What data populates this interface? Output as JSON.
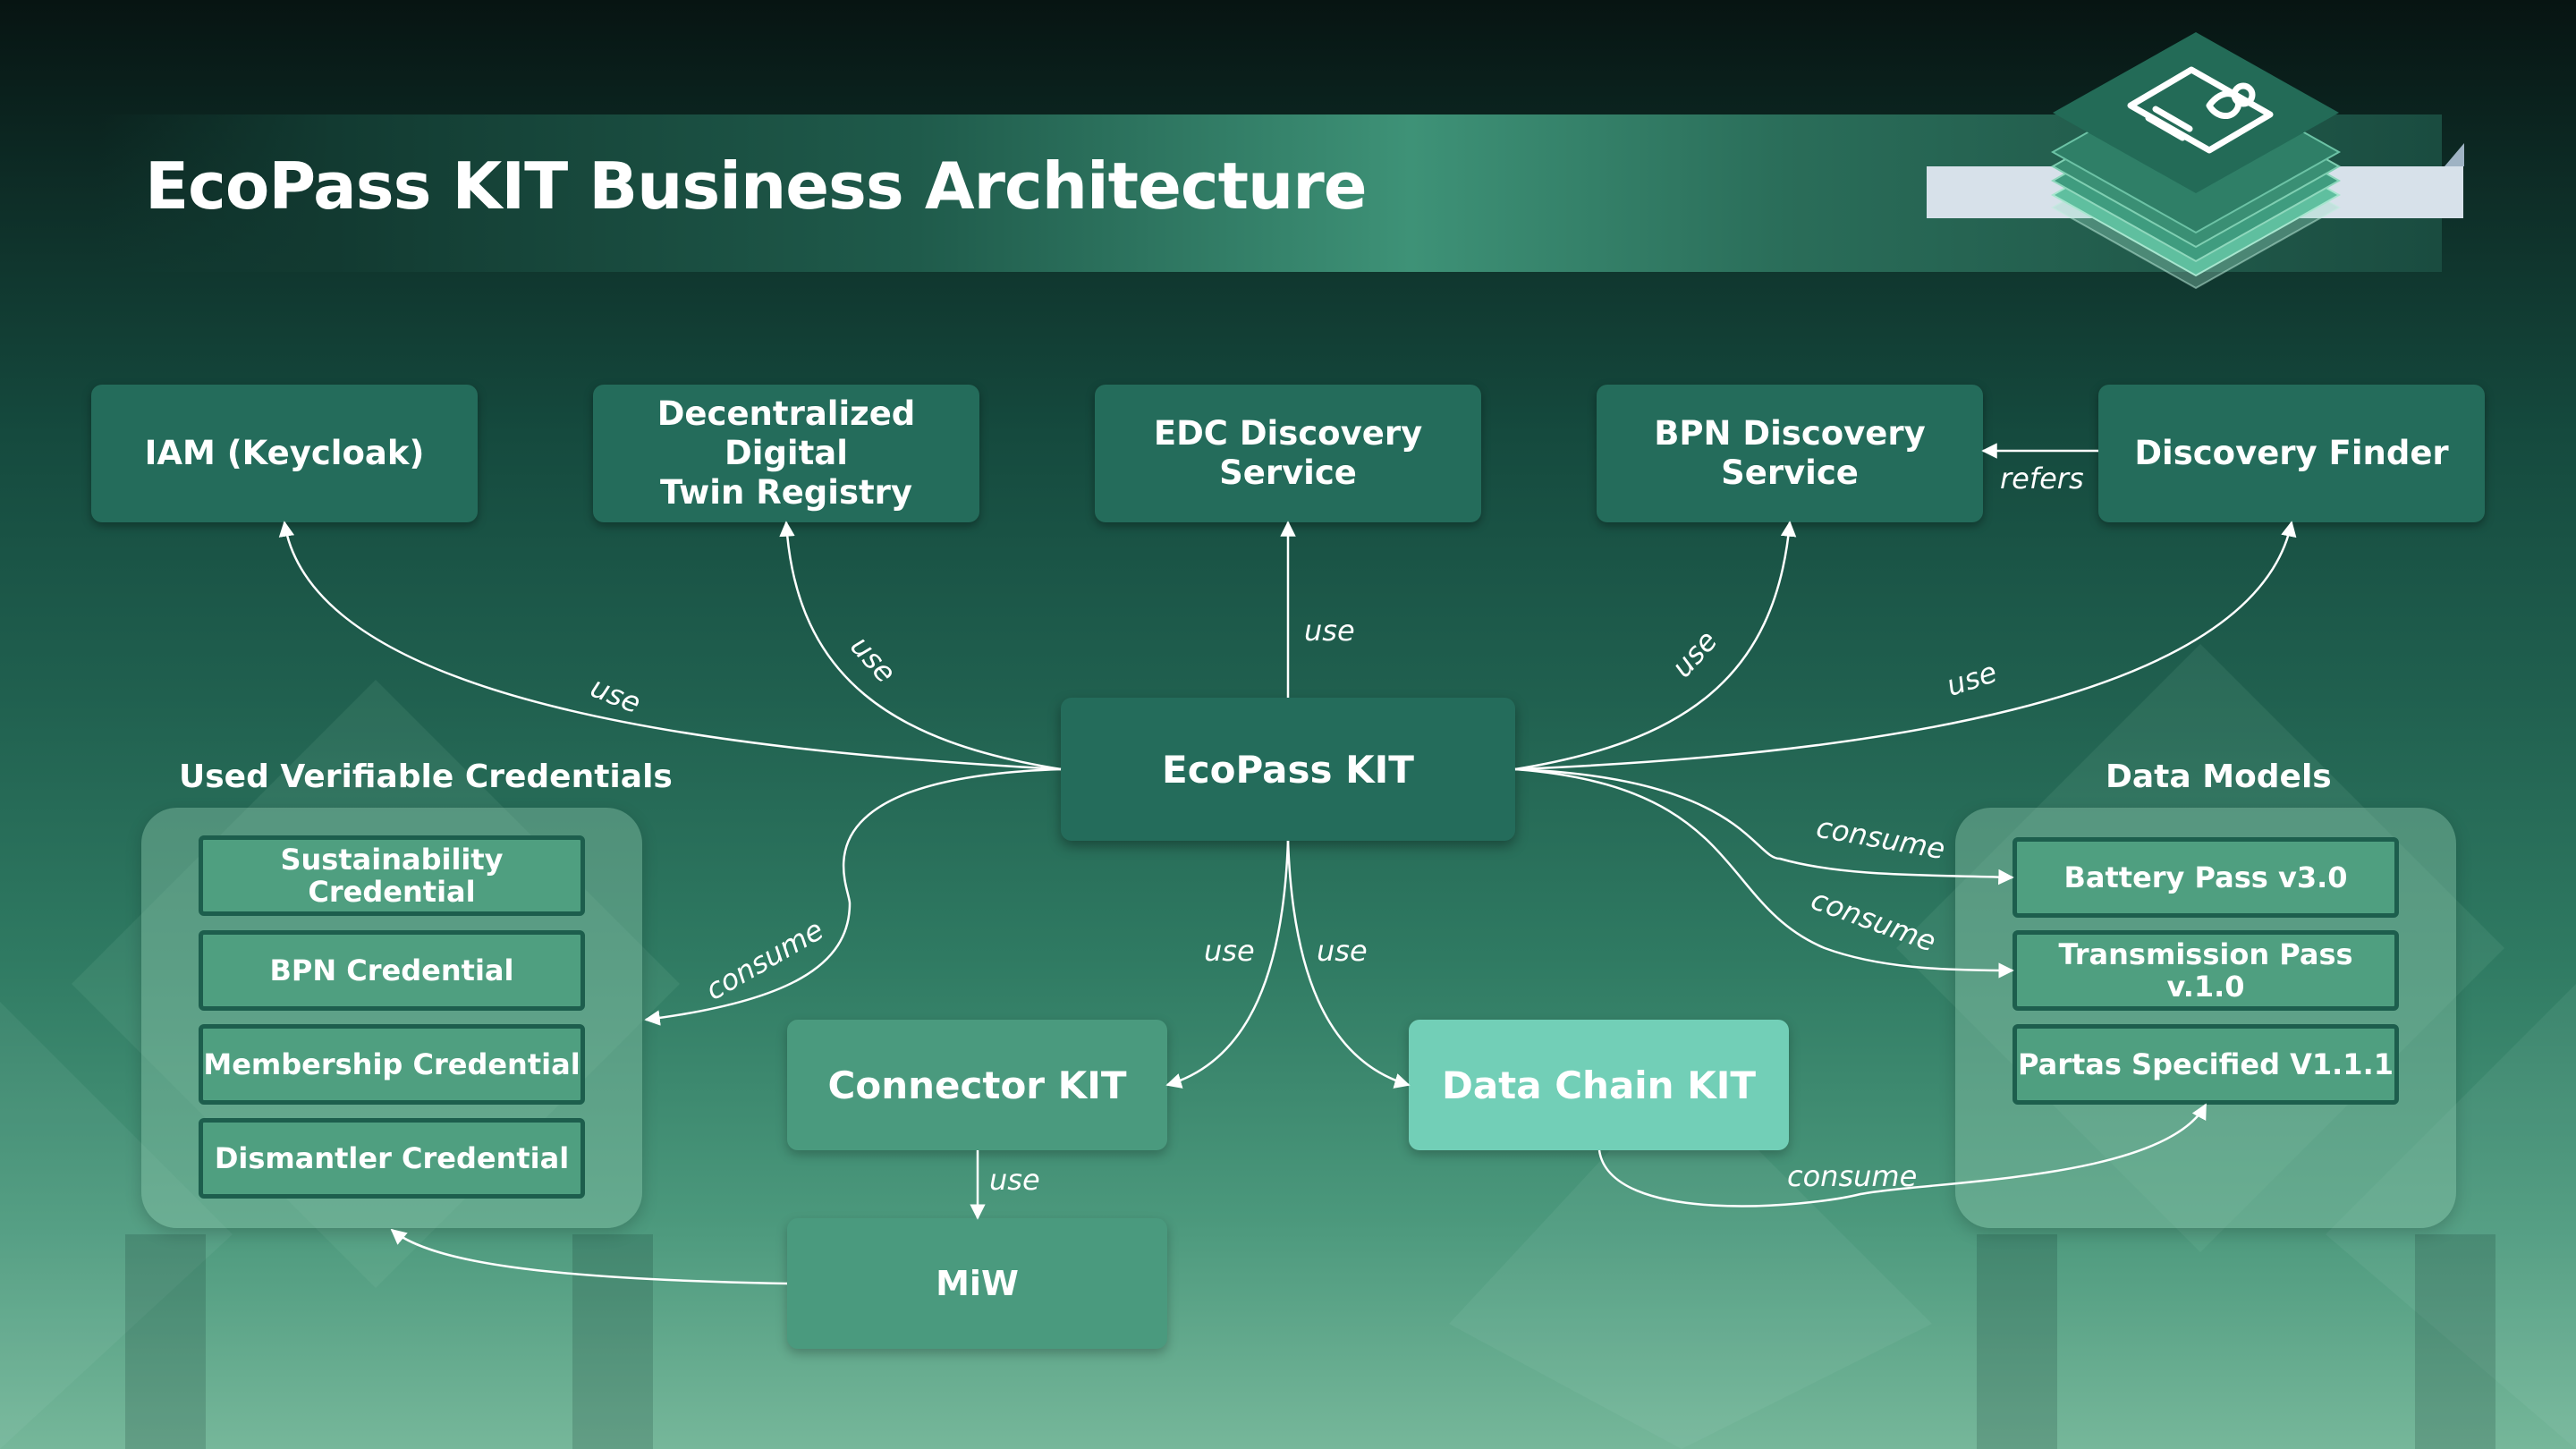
{
  "title": "EcoPass KIT Business Architecture",
  "colors": {
    "node_dark": "#246c5b",
    "node_mid": "#4a9a7e",
    "node_light": "#72cfb7",
    "pill_fill": "#4f9f80",
    "pill_border": "#1d5e4d",
    "edge": "#ffffff"
  },
  "icons": {
    "logo": "layered-passport-leaf-icon"
  },
  "nodes": {
    "iam": "IAM (Keycloak)",
    "ddtr_line1": "Decentralized Digital",
    "ddtr_line2": "Twin Registry",
    "edc_line1": "EDC Discovery",
    "edc_line2": "Service",
    "bpn_line1": "BPN Discovery",
    "bpn_line2": "Service",
    "finder": "Discovery Finder",
    "ecopass": "EcoPass KIT",
    "connector": "Connector KIT",
    "datachain": "Data Chain KIT",
    "miw": "MiW"
  },
  "credentials": {
    "title": "Used Verifiable Credentials",
    "items": [
      {
        "line1": "Sustainability",
        "line2": "Credential"
      },
      {
        "line1": "BPN Credential",
        "line2": ""
      },
      {
        "line1": "Membership Credential",
        "line2": ""
      },
      {
        "line1": "Dismantler Credential",
        "line2": ""
      }
    ]
  },
  "data_models": {
    "title": "Data Models",
    "items": [
      "Battery Pass v3.0",
      "Transmission Pass v.1.0",
      "Partas Specified V1.1.1"
    ]
  },
  "edge_labels": {
    "use_iam": "use",
    "use_ddtr": "use",
    "use_edc": "use",
    "use_bpn": "use",
    "use_finder": "use",
    "refers": "refers",
    "consume_credentials": "consume",
    "use_connector": "use",
    "use_datachain": "use",
    "consume_battery": "consume",
    "consume_transmission": "consume",
    "use_miw": "use",
    "consume_partas": "consume"
  }
}
